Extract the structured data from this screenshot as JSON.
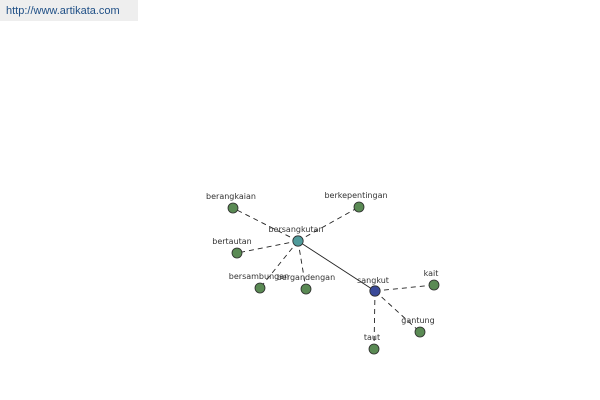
{
  "source_link": {
    "url_text": "http://www.artikata.com"
  },
  "colors": {
    "leaf_node": "#5a8a54",
    "hub_primary": "#4f9a9a",
    "hub_secondary": "#3a4a99",
    "edge": "#222222",
    "node_stroke": "#2b2b2b"
  },
  "graph": {
    "nodes": [
      {
        "id": "bersangkutan",
        "label": "bersangkutan",
        "kind": "hub_primary"
      },
      {
        "id": "sangkut",
        "label": "sangkut",
        "kind": "hub_secondary"
      },
      {
        "id": "berangkaian",
        "label": "berangkaian",
        "kind": "leaf"
      },
      {
        "id": "berkepentingan",
        "label": "berkepentingan",
        "kind": "leaf"
      },
      {
        "id": "bertautan",
        "label": "bertautan",
        "kind": "leaf"
      },
      {
        "id": "bersambungan",
        "label": "bersambungan",
        "kind": "leaf"
      },
      {
        "id": "bergandengan",
        "label": "bergandengan",
        "kind": "leaf"
      },
      {
        "id": "kait",
        "label": "kait",
        "kind": "leaf"
      },
      {
        "id": "gantung",
        "label": "gantung",
        "kind": "leaf"
      },
      {
        "id": "taut",
        "label": "taut",
        "kind": "leaf"
      }
    ],
    "edges": [
      {
        "from": "bersangkutan",
        "to": "sangkut",
        "style": "solid"
      },
      {
        "from": "bersangkutan",
        "to": "berangkaian",
        "style": "dashed"
      },
      {
        "from": "bersangkutan",
        "to": "berkepentingan",
        "style": "dashed"
      },
      {
        "from": "bersangkutan",
        "to": "bertautan",
        "style": "dashed"
      },
      {
        "from": "bersangkutan",
        "to": "bersambungan",
        "style": "dashed"
      },
      {
        "from": "bersangkutan",
        "to": "bergandengan",
        "style": "dashed"
      },
      {
        "from": "sangkut",
        "to": "kait",
        "style": "dashed"
      },
      {
        "from": "sangkut",
        "to": "gantung",
        "style": "dashed"
      },
      {
        "from": "sangkut",
        "to": "taut",
        "style": "dashed"
      }
    ]
  }
}
